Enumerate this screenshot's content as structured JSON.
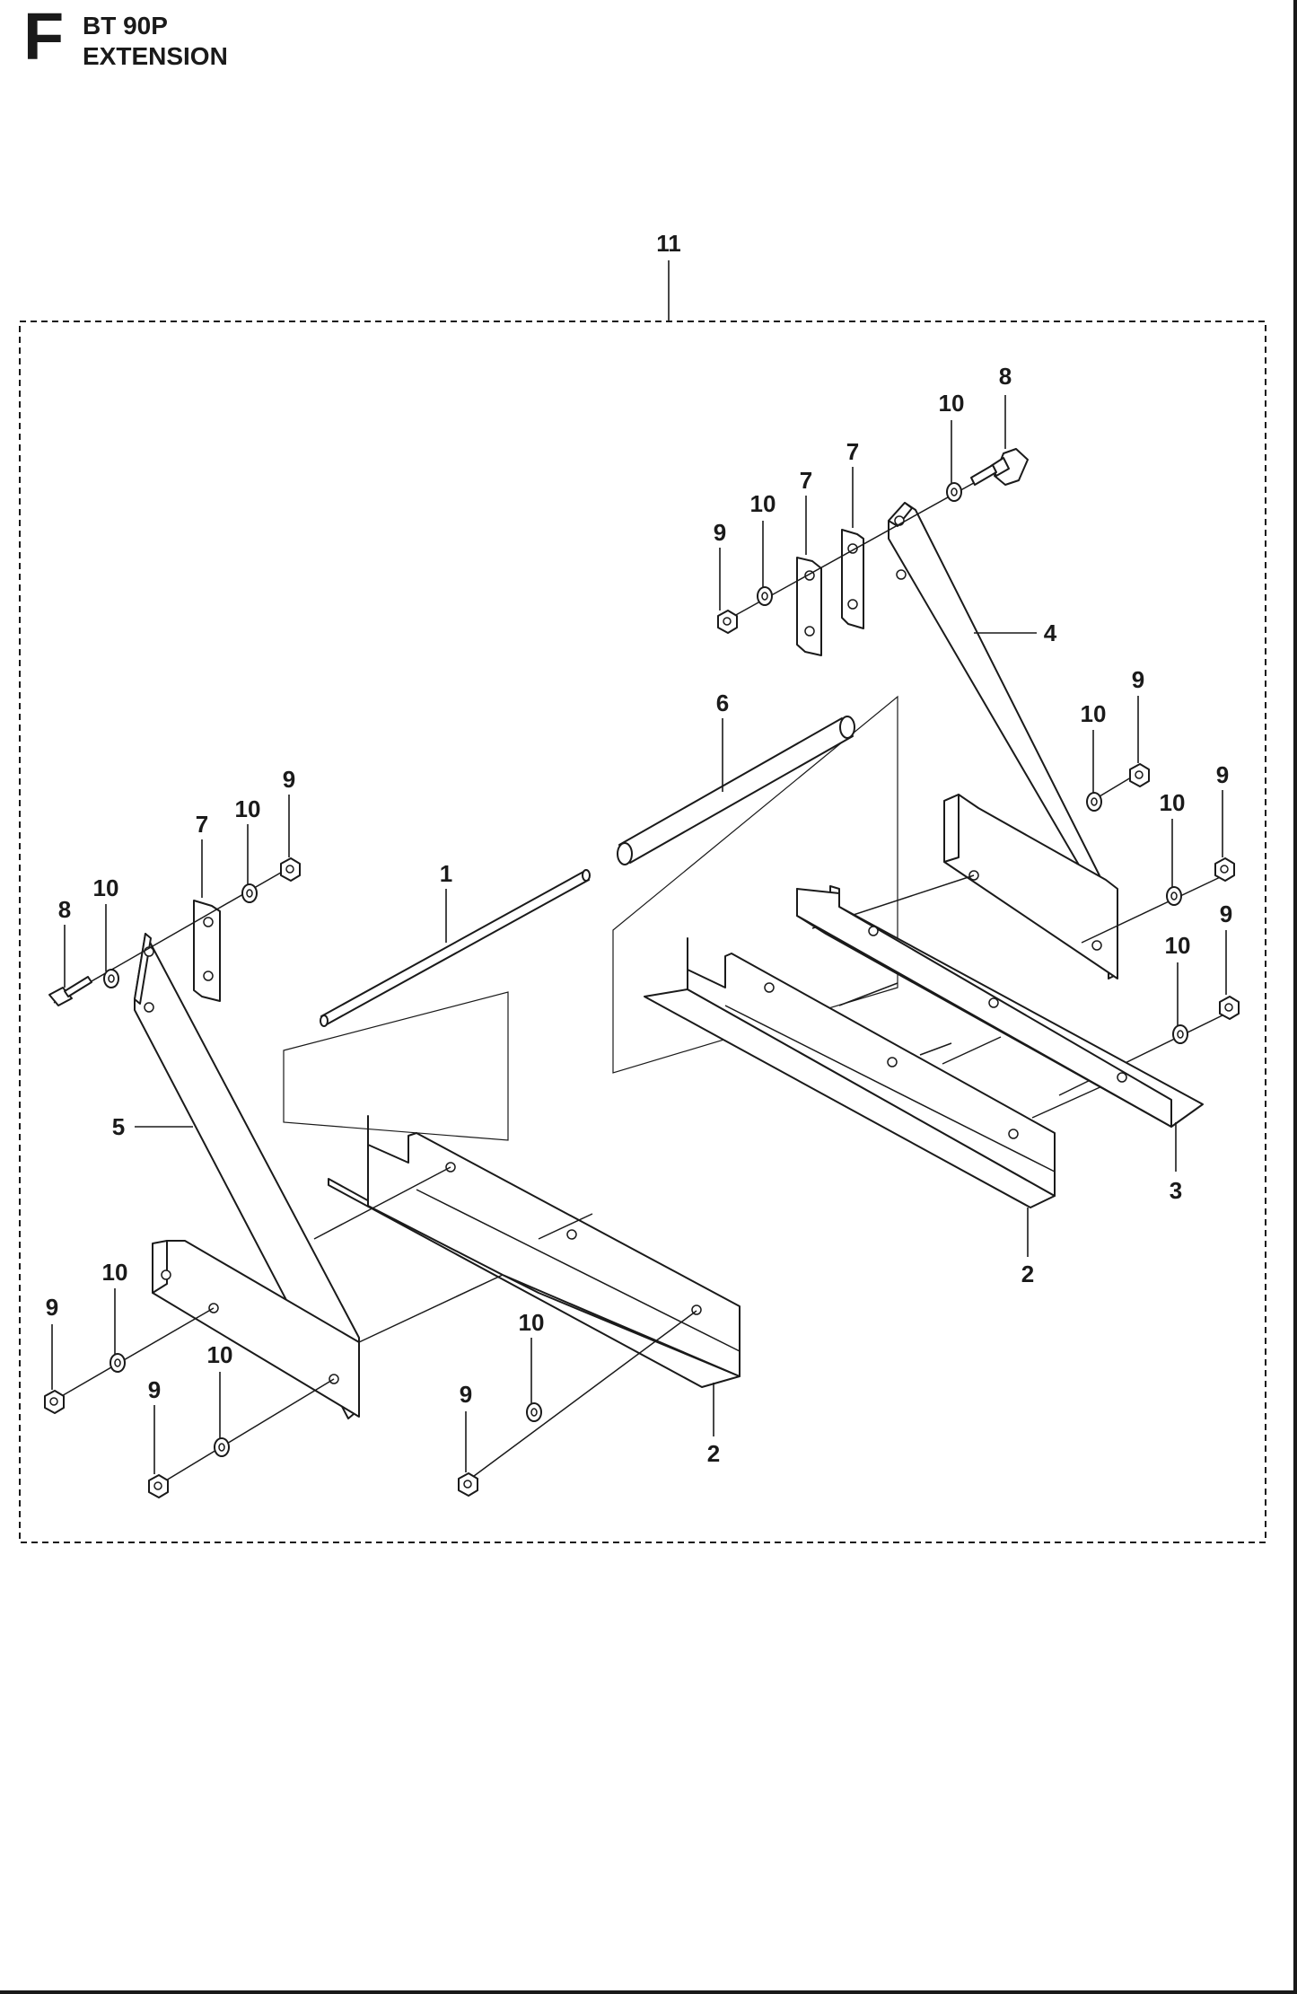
{
  "header": {
    "section_letter": "F",
    "model": "BT 90P",
    "title": "EXTENSION"
  },
  "callouts": {
    "assembly": "11",
    "bar_1": "1",
    "rail_2a": "2",
    "rail_2b": "2",
    "rail_3": "3",
    "brace_4": "4",
    "brace_5": "5",
    "tube_6": "6",
    "plate_7a": "7",
    "plate_7b": "7",
    "plate_7c": "7",
    "bolt_8a": "8",
    "bolt_8b": "8",
    "nut_9": "9",
    "washer_10": "10"
  }
}
